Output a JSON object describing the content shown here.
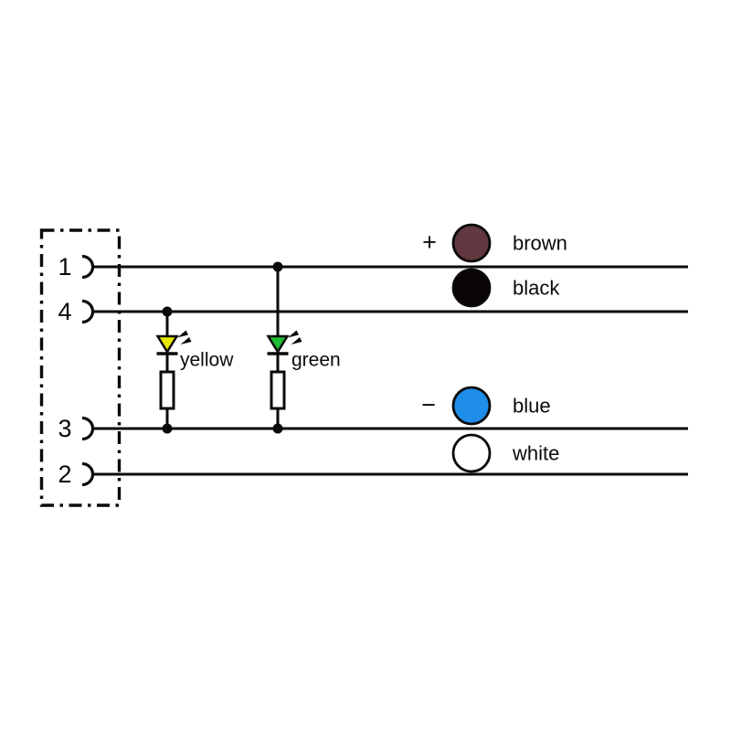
{
  "diagram": {
    "kind": "connector-wiring-schematic",
    "connector": {
      "pins": [
        {
          "number": "1"
        },
        {
          "number": "4"
        },
        {
          "number": "3"
        },
        {
          "number": "2"
        }
      ]
    },
    "leds": [
      {
        "label": "yellow",
        "color": "#e9e800"
      },
      {
        "label": "green",
        "color": "#1dbd33"
      }
    ],
    "wires": [
      {
        "label": "brown",
        "polarity": "+",
        "color": "#61383f"
      },
      {
        "label": "black",
        "color": "#0b0406"
      },
      {
        "label": "blue",
        "polarity": "−",
        "color": "#1e8ee9"
      },
      {
        "label": "white",
        "color": "#ffffff"
      }
    ],
    "line_color": "#0a0a0a"
  }
}
